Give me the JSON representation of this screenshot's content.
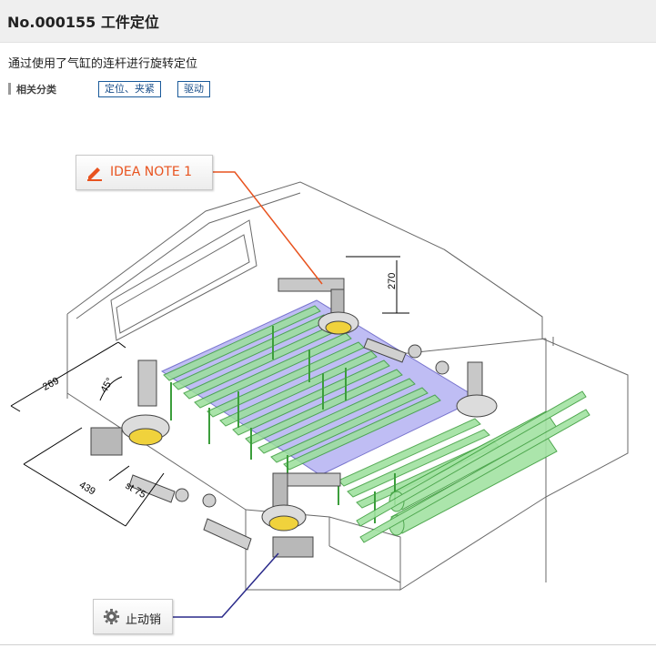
{
  "header": {
    "title": "No.000155 工件定位"
  },
  "description": "通过使用了气缸的连杆进行旋转定位",
  "categories": {
    "label": "相关分类",
    "tags": [
      "定位、夹紧",
      "驱动"
    ]
  },
  "diagram": {
    "dimensions": {
      "width_269": "269",
      "angle_45": "45°",
      "length_439": "439",
      "stroke_75": "st 75",
      "height_270": "270"
    },
    "callouts": {
      "idea_note": "IDEA NOTE 1",
      "stop_pin": "止动销"
    }
  },
  "colors": {
    "accent_orange": "#e8531f",
    "link_blue": "#1a4f8a",
    "callout_line_purple": "#2a2a8a",
    "plate_blue": "#b3b0f2",
    "rod_green": "#8fd98f"
  },
  "icons": {
    "idea_note": "pencil-icon",
    "stop_pin": "gear-icon"
  }
}
